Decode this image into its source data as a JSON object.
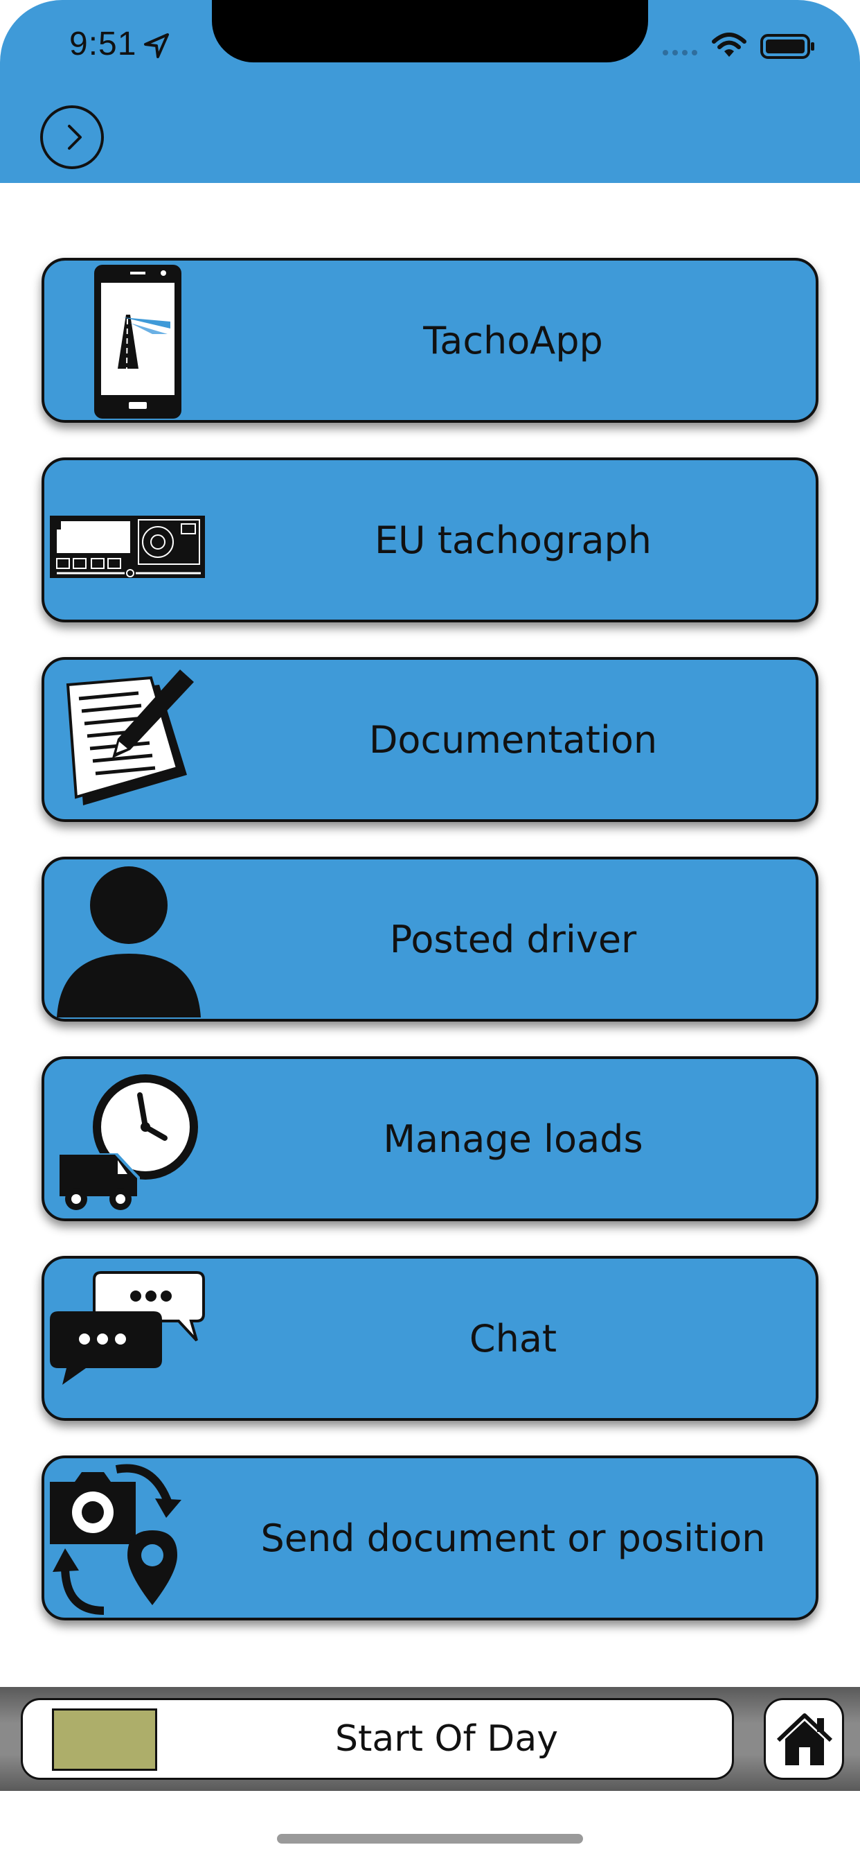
{
  "status_bar": {
    "time": "9:51"
  },
  "menu": [
    {
      "label": "TachoApp",
      "icon": "phone-road-icon"
    },
    {
      "label": "EU tachograph",
      "icon": "tachograph-device-icon"
    },
    {
      "label": "Documentation",
      "icon": "document-pen-icon"
    },
    {
      "label": "Posted driver",
      "icon": "person-icon"
    },
    {
      "label": "Manage loads",
      "icon": "clock-truck-icon"
    },
    {
      "label": "Chat",
      "icon": "chat-bubbles-icon"
    },
    {
      "label": "Send document or position",
      "icon": "camera-location-icon"
    }
  ],
  "bottom": {
    "start_of_day": "Start Of Day",
    "swatch_color": "#adae6a"
  },
  "colors": {
    "accent": "#3f9ad8",
    "border": "#111111"
  }
}
